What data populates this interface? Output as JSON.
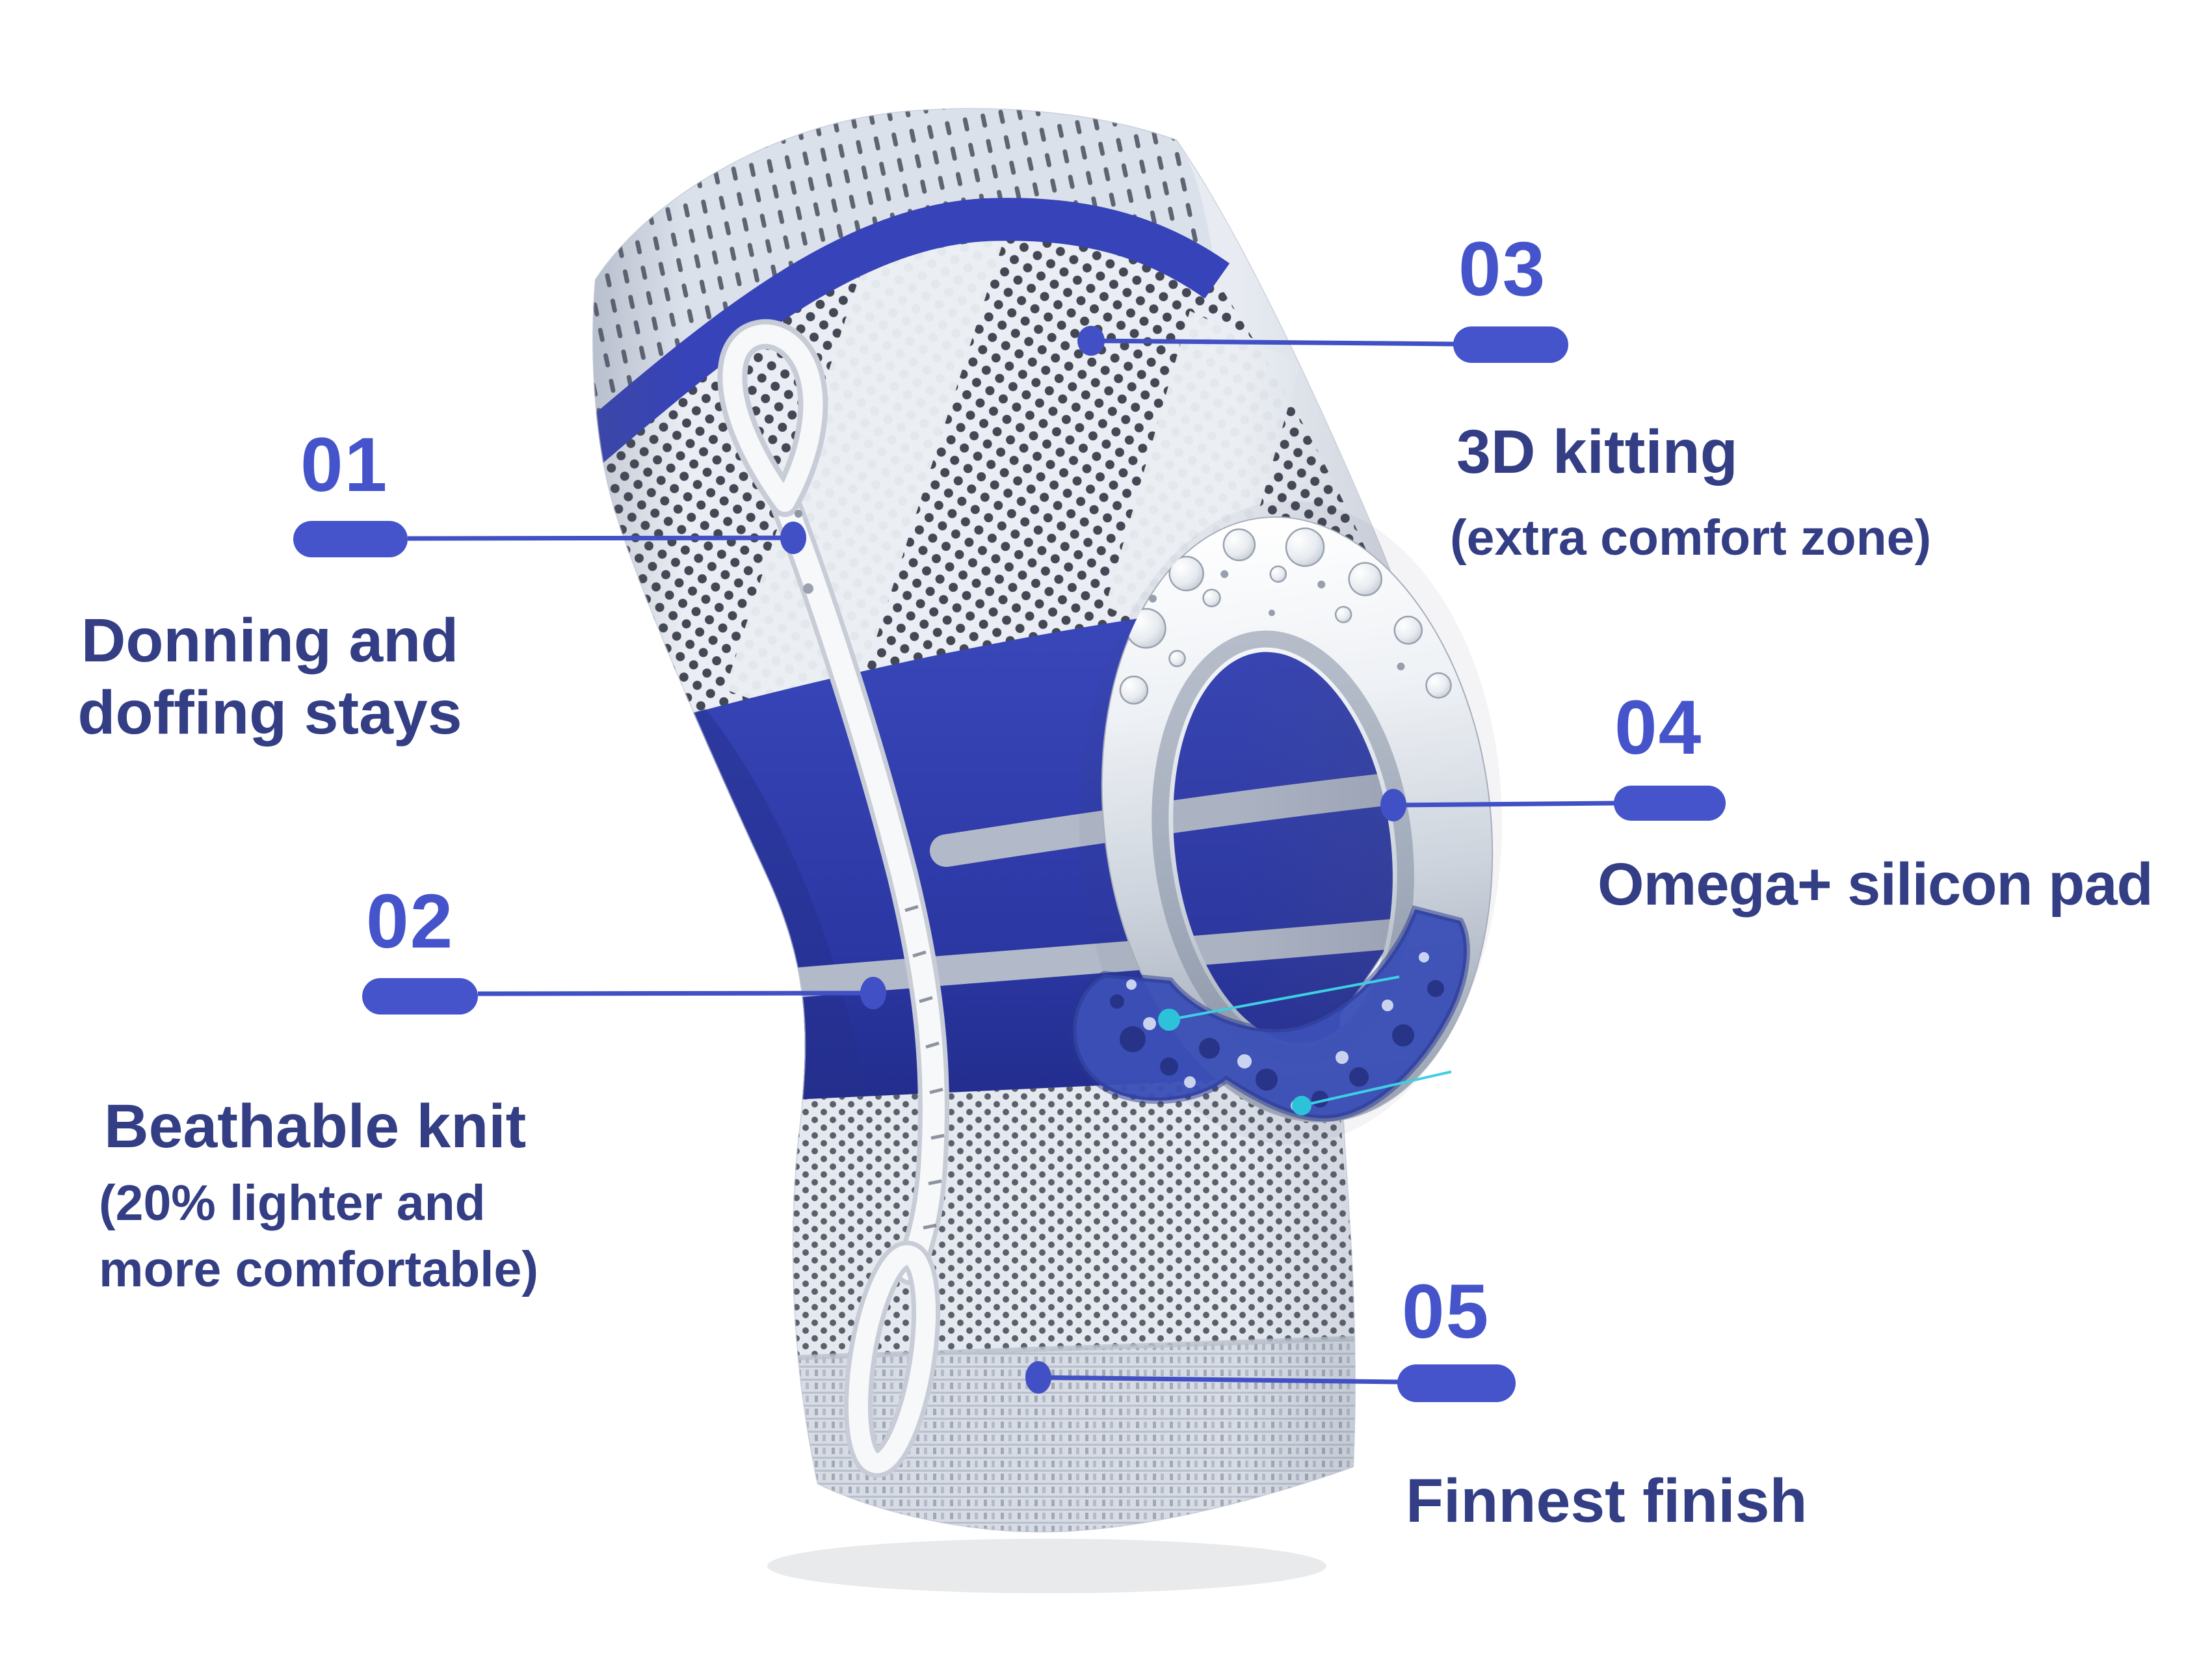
{
  "page": {
    "type": "product-feature-infographic",
    "background": "#ffffff"
  },
  "colors": {
    "accent_blue": "#4554cb",
    "heading_navy": "#333e85",
    "connector_blue": "#4150c5",
    "knit_gray": "#e8ecf2",
    "band_blue": "#3140ad",
    "silicone_teal": "#2cc3da"
  },
  "product": {
    "illustration": "knee-brace-with-omega-silicon-pad"
  },
  "callouts": [
    {
      "number": "01",
      "title": "Donning and\ndoffing stays",
      "subtitle": ""
    },
    {
      "number": "02",
      "title": "Beathable knit",
      "subtitle": "(20% lighter and\nmore comfortable)"
    },
    {
      "number": "03",
      "title": "3D kitting",
      "subtitle": "(extra comfort zone)"
    },
    {
      "number": "04",
      "title": "Omega+ silicon pad",
      "subtitle": ""
    },
    {
      "number": "05",
      "title": "Finnest finish",
      "subtitle": ""
    }
  ]
}
